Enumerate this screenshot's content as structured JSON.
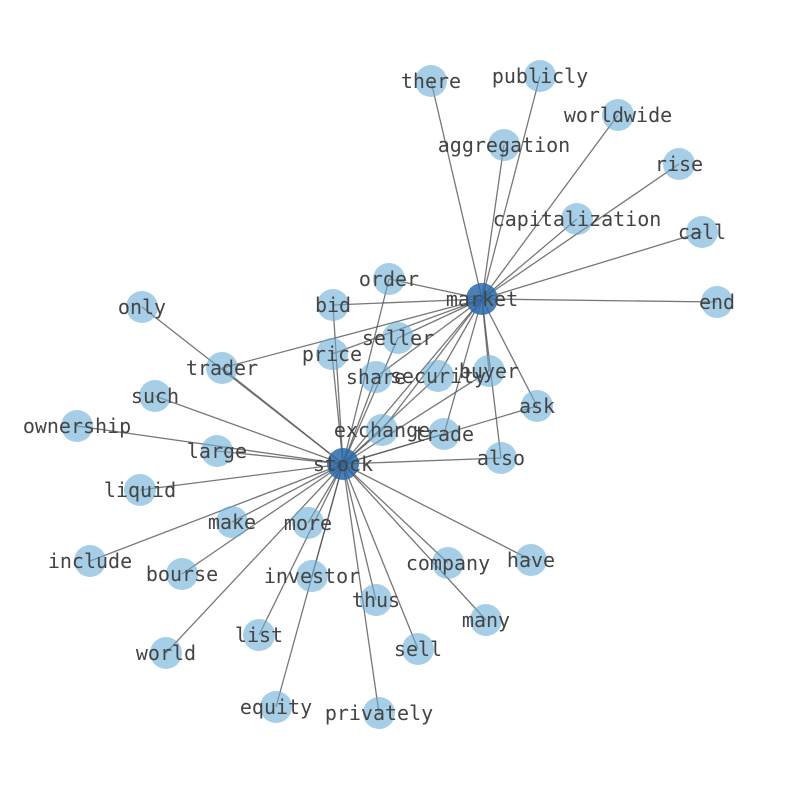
{
  "colors": {
    "node": "#6baed6",
    "node_opacity": 0.6,
    "hub": "#2a6aa8",
    "hub_opacity": 0.85,
    "edge": "#555555",
    "label": "#444444"
  },
  "nodes": [
    {
      "id": "stock",
      "label": "stock",
      "hub": true
    },
    {
      "id": "market",
      "label": "market",
      "hub": true
    },
    {
      "id": "there",
      "label": "there"
    },
    {
      "id": "publicly",
      "label": "publicly"
    },
    {
      "id": "worldwide",
      "label": "worldwide"
    },
    {
      "id": "aggregation",
      "label": "aggregation"
    },
    {
      "id": "rise",
      "label": "rise"
    },
    {
      "id": "capitalization",
      "label": "capitalization"
    },
    {
      "id": "call",
      "label": "call"
    },
    {
      "id": "order",
      "label": "order"
    },
    {
      "id": "bid",
      "label": "bid"
    },
    {
      "id": "end",
      "label": "end"
    },
    {
      "id": "only",
      "label": "only"
    },
    {
      "id": "seller",
      "label": "seller"
    },
    {
      "id": "price",
      "label": "price"
    },
    {
      "id": "trader",
      "label": "trader"
    },
    {
      "id": "share",
      "label": "share"
    },
    {
      "id": "security",
      "label": "security"
    },
    {
      "id": "buyer",
      "label": "buyer"
    },
    {
      "id": "such",
      "label": "such"
    },
    {
      "id": "ask",
      "label": "ask"
    },
    {
      "id": "ownership",
      "label": "ownership"
    },
    {
      "id": "exchange",
      "label": "exchange"
    },
    {
      "id": "trade",
      "label": "trade"
    },
    {
      "id": "large",
      "label": "large"
    },
    {
      "id": "also",
      "label": "also"
    },
    {
      "id": "liquid",
      "label": "liquid"
    },
    {
      "id": "make",
      "label": "make"
    },
    {
      "id": "more",
      "label": "more"
    },
    {
      "id": "include",
      "label": "include"
    },
    {
      "id": "company",
      "label": "company"
    },
    {
      "id": "have",
      "label": "have"
    },
    {
      "id": "bourse",
      "label": "bourse"
    },
    {
      "id": "investor",
      "label": "investor"
    },
    {
      "id": "thus",
      "label": "thus"
    },
    {
      "id": "many",
      "label": "many"
    },
    {
      "id": "list",
      "label": "list"
    },
    {
      "id": "world",
      "label": "world"
    },
    {
      "id": "sell",
      "label": "sell"
    },
    {
      "id": "equity",
      "label": "equity"
    },
    {
      "id": "privately",
      "label": "privately"
    }
  ],
  "edges": [
    [
      "market",
      "there"
    ],
    [
      "market",
      "publicly"
    ],
    [
      "market",
      "worldwide"
    ],
    [
      "market",
      "aggregation"
    ],
    [
      "market",
      "rise"
    ],
    [
      "market",
      "capitalization"
    ],
    [
      "market",
      "call"
    ],
    [
      "market",
      "order"
    ],
    [
      "market",
      "bid"
    ],
    [
      "market",
      "end"
    ],
    [
      "market",
      "seller"
    ],
    [
      "market",
      "price"
    ],
    [
      "market",
      "share"
    ],
    [
      "market",
      "security"
    ],
    [
      "market",
      "buyer"
    ],
    [
      "market",
      "ask"
    ],
    [
      "market",
      "exchange"
    ],
    [
      "market",
      "trade"
    ],
    [
      "market",
      "also"
    ],
    [
      "market",
      "stock"
    ],
    [
      "market",
      "trader"
    ],
    [
      "stock",
      "order"
    ],
    [
      "stock",
      "bid"
    ],
    [
      "stock",
      "only"
    ],
    [
      "stock",
      "seller"
    ],
    [
      "stock",
      "price"
    ],
    [
      "stock",
      "trader"
    ],
    [
      "stock",
      "share"
    ],
    [
      "stock",
      "security"
    ],
    [
      "stock",
      "buyer"
    ],
    [
      "stock",
      "such"
    ],
    [
      "stock",
      "ask"
    ],
    [
      "stock",
      "ownership"
    ],
    [
      "stock",
      "exchange"
    ],
    [
      "stock",
      "trade"
    ],
    [
      "stock",
      "large"
    ],
    [
      "stock",
      "also"
    ],
    [
      "stock",
      "liquid"
    ],
    [
      "stock",
      "make"
    ],
    [
      "stock",
      "more"
    ],
    [
      "stock",
      "include"
    ],
    [
      "stock",
      "company"
    ],
    [
      "stock",
      "have"
    ],
    [
      "stock",
      "bourse"
    ],
    [
      "stock",
      "investor"
    ],
    [
      "stock",
      "thus"
    ],
    [
      "stock",
      "many"
    ],
    [
      "stock",
      "list"
    ],
    [
      "stock",
      "world"
    ],
    [
      "stock",
      "sell"
    ],
    [
      "stock",
      "equity"
    ],
    [
      "stock",
      "privately"
    ]
  ]
}
